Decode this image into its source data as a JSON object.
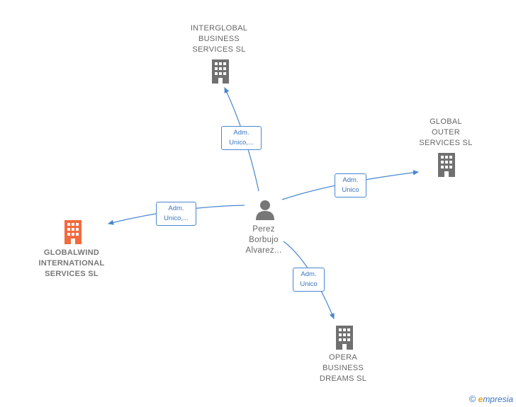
{
  "colors": {
    "edge": "#4a86d0",
    "company_icon": "#707070",
    "main_company_icon": "#f26a3d",
    "person_icon": "#777777",
    "label_text": "#666666"
  },
  "nodes": {
    "interglobal": {
      "label": "INTERGLOBAL\nBUSINESS\nSERVICES  SL",
      "icon": "building-icon"
    },
    "global_outer": {
      "label": "GLOBAL\nOUTER\nSERVICES  SL",
      "icon": "building-icon"
    },
    "globalwind": {
      "label": "GLOBALWIND\nINTERNATIONAL\nSERVICES  SL",
      "icon": "building-icon"
    },
    "opera": {
      "label": "OPERA\nBUSINESS\nDREAMS SL",
      "icon": "building-icon"
    },
    "person": {
      "label": "Perez\nBorbujo\nAlvarez...",
      "icon": "person-icon"
    }
  },
  "edges": {
    "to_interglobal": "Adm.\nUnico,...",
    "to_global_outer": "Adm.\nUnico",
    "to_globalwind": "Adm.\nUnico,...",
    "to_opera": "Adm.\nUnico"
  },
  "footer": {
    "copyright": "©",
    "brand_initial": "e",
    "brand_rest": "mpresia"
  }
}
